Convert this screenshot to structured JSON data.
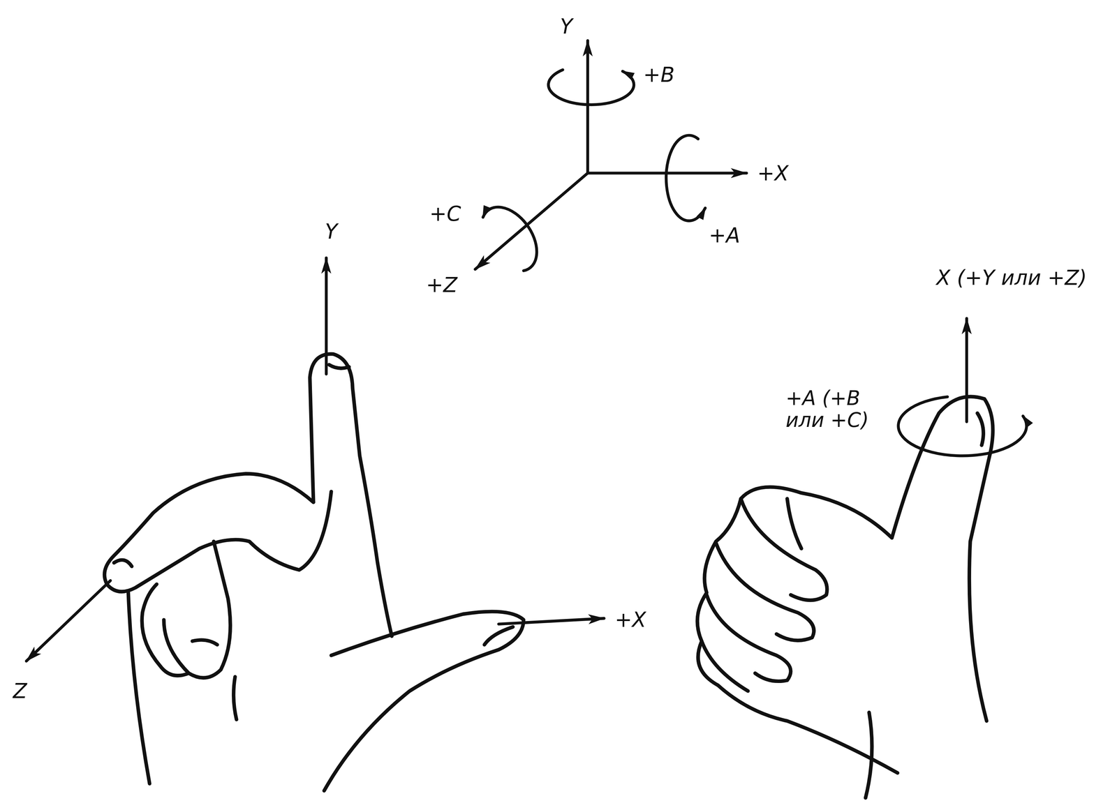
{
  "diagram": {
    "labels": [
      "Y",
      "+B",
      "+X",
      "+A",
      "+C",
      "+Z",
      "Y",
      "X (+Y или +Z)",
      "+A (+B или +C)",
      "Z",
      "+X"
    ]
  }
}
